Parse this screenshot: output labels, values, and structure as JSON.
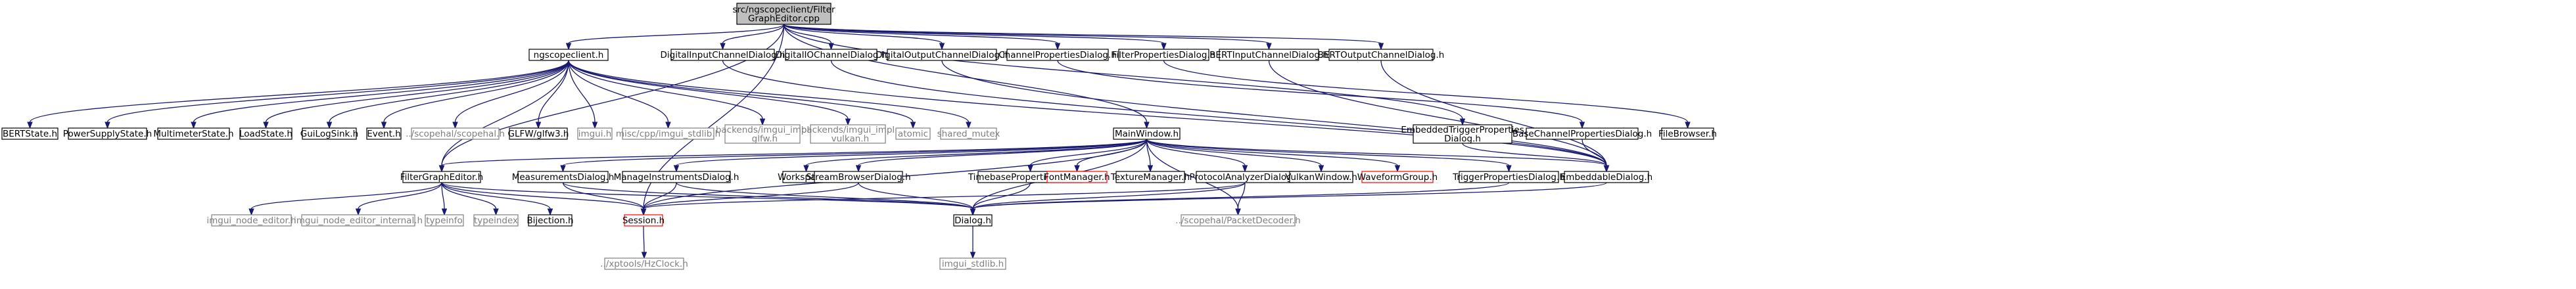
{
  "graph": {
    "colors": {
      "edge": "#191970",
      "node_border": "#000000",
      "root_fill": "#bfbfbf",
      "missing_border": "#ff0000",
      "external_text": "#7f7f7f",
      "background": "#ffffff"
    },
    "nodes": {
      "root": {
        "lines": [
          "src/ngscopeclient/Filter",
          "GraphEditor.cpp"
        ],
        "style": "root"
      },
      "ngscopeclient": {
        "lines": [
          "ngscopeclient.h"
        ],
        "style": "normal"
      },
      "DigitalInputChannelDialog": {
        "lines": [
          "DigitalInputChannelDialog.h"
        ],
        "style": "normal"
      },
      "DigitalIOChannelDialog": {
        "lines": [
          "DigitalIOChannelDialog.h"
        ],
        "style": "normal"
      },
      "DigitalOutputChannelDialog": {
        "lines": [
          "DigitalOutputChannelDialog.h"
        ],
        "style": "normal"
      },
      "ChannelPropertiesDialog": {
        "lines": [
          "ChannelPropertiesDialog.h"
        ],
        "style": "normal"
      },
      "FilterPropertiesDialog": {
        "lines": [
          "FilterPropertiesDialog.h"
        ],
        "style": "normal"
      },
      "BERTInputChannelDialog": {
        "lines": [
          "BERTInputChannelDialog.h"
        ],
        "style": "normal"
      },
      "BERTOutputChannelDialog": {
        "lines": [
          "BERTOutputChannelDialog.h"
        ],
        "style": "normal"
      },
      "BERTState": {
        "lines": [
          "BERTState.h"
        ],
        "style": "normal"
      },
      "PowerSupplyState": {
        "lines": [
          "PowerSupplyState.h"
        ],
        "style": "normal"
      },
      "MultimeterState": {
        "lines": [
          "MultimeterState.h"
        ],
        "style": "normal"
      },
      "LoadState": {
        "lines": [
          "LoadState.h"
        ],
        "style": "normal"
      },
      "GuiLogSink": {
        "lines": [
          "GuiLogSink.h"
        ],
        "style": "normal"
      },
      "Event": {
        "lines": [
          "Event.h"
        ],
        "style": "normal"
      },
      "scopehal": {
        "lines": [
          "../scopehal/scopehal.h"
        ],
        "style": "external"
      },
      "glfw3": {
        "lines": [
          "GLFW/glfw3.h"
        ],
        "style": "normal"
      },
      "imgui": {
        "lines": [
          "imgui.h"
        ],
        "style": "external"
      },
      "imgui_stdlib_misc": {
        "lines": [
          "misc/cpp/imgui_stdlib.h"
        ],
        "style": "external"
      },
      "imgui_glfw": {
        "lines": [
          "backends/imgui_impl",
          "_glfw.h"
        ],
        "style": "external"
      },
      "imgui_vulkan": {
        "lines": [
          "backends/imgui_impl",
          "_vulkan.h"
        ],
        "style": "external"
      },
      "atomic": {
        "lines": [
          "atomic"
        ],
        "style": "external"
      },
      "shared_mutex": {
        "lines": [
          "shared_mutex"
        ],
        "style": "external"
      },
      "MainWindow": {
        "lines": [
          "MainWindow.h"
        ],
        "style": "normal"
      },
      "EmbeddedTriggerPropertiesDialog": {
        "lines": [
          "EmbeddedTriggerProperties",
          "Dialog.h"
        ],
        "style": "normal"
      },
      "BaseChannelPropertiesDialog": {
        "lines": [
          "BaseChannelPropertiesDialog.h"
        ],
        "style": "normal"
      },
      "FileBrowser": {
        "lines": [
          "FileBrowser.h"
        ],
        "style": "normal"
      },
      "FilterGraphEditor": {
        "lines": [
          "FilterGraphEditor.h"
        ],
        "style": "normal"
      },
      "MeasurementsDialog": {
        "lines": [
          "MeasurementsDialog.h"
        ],
        "style": "normal"
      },
      "ManageInstrumentsDialog": {
        "lines": [
          "ManageInstrumentsDialog.h"
        ],
        "style": "normal"
      },
      "Workspace": {
        "lines": [
          "Workspace.h"
        ],
        "style": "normal"
      },
      "StreamBrowserDialog": {
        "lines": [
          "StreamBrowserDialog.h"
        ],
        "style": "normal"
      },
      "TimebasePropertiesDialog": {
        "lines": [
          "TimebasePropertiesDialog.h"
        ],
        "style": "normal"
      },
      "FontManager": {
        "lines": [
          "FontManager.h"
        ],
        "style": "missing"
      },
      "TextureManager": {
        "lines": [
          "TextureManager.h"
        ],
        "style": "normal"
      },
      "ProtocolAnalyzerDialog": {
        "lines": [
          "ProtocolAnalyzerDialog.h"
        ],
        "style": "normal"
      },
      "VulkanWindow": {
        "lines": [
          "VulkanWindow.h"
        ],
        "style": "normal"
      },
      "WaveformGroup": {
        "lines": [
          "WaveformGroup.h"
        ],
        "style": "missing"
      },
      "TriggerPropertiesDialog": {
        "lines": [
          "TriggerPropertiesDialog.h"
        ],
        "style": "normal"
      },
      "EmbeddableDialog": {
        "lines": [
          "EmbeddableDialog.h"
        ],
        "style": "normal"
      },
      "imgui_node_editor": {
        "lines": [
          "imgui_node_editor.h"
        ],
        "style": "external"
      },
      "imgui_node_editor_internal": {
        "lines": [
          "imgui_node_editor_internal.h"
        ],
        "style": "external"
      },
      "typeinfo": {
        "lines": [
          "typeinfo"
        ],
        "style": "external"
      },
      "typeindex": {
        "lines": [
          "typeindex"
        ],
        "style": "external"
      },
      "Bijection": {
        "lines": [
          "Bijection.h"
        ],
        "style": "normal"
      },
      "Session": {
        "lines": [
          "Session.h"
        ],
        "style": "missing"
      },
      "Dialog": {
        "lines": [
          "Dialog.h"
        ],
        "style": "normal"
      },
      "PacketDecoder": {
        "lines": [
          "../scopehal/PacketDecoder.h"
        ],
        "style": "external"
      },
      "HzClock": {
        "lines": [
          "../xptools/HzClock.h"
        ],
        "style": "external"
      },
      "imgui_stdlib": {
        "lines": [
          "imgui_stdlib.h"
        ],
        "style": "external"
      }
    },
    "edges": [
      [
        "root",
        "ngscopeclient"
      ],
      [
        "root",
        "DigitalInputChannelDialog"
      ],
      [
        "root",
        "DigitalIOChannelDialog"
      ],
      [
        "root",
        "DigitalOutputChannelDialog"
      ],
      [
        "root",
        "ChannelPropertiesDialog"
      ],
      [
        "root",
        "FilterPropertiesDialog"
      ],
      [
        "root",
        "BERTInputChannelDialog"
      ],
      [
        "root",
        "BERTOutputChannelDialog"
      ],
      [
        "root",
        "MainWindow"
      ],
      [
        "root",
        "EmbeddedTriggerPropertiesDialog"
      ],
      [
        "root",
        "FilterGraphEditor"
      ],
      [
        "root",
        "Session"
      ],
      [
        "ngscopeclient",
        "BERTState"
      ],
      [
        "ngscopeclient",
        "PowerSupplyState"
      ],
      [
        "ngscopeclient",
        "MultimeterState"
      ],
      [
        "ngscopeclient",
        "LoadState"
      ],
      [
        "ngscopeclient",
        "GuiLogSink"
      ],
      [
        "ngscopeclient",
        "Event"
      ],
      [
        "ngscopeclient",
        "scopehal"
      ],
      [
        "ngscopeclient",
        "glfw3"
      ],
      [
        "ngscopeclient",
        "imgui"
      ],
      [
        "ngscopeclient",
        "imgui_stdlib_misc"
      ],
      [
        "ngscopeclient",
        "imgui_glfw"
      ],
      [
        "ngscopeclient",
        "imgui_vulkan"
      ],
      [
        "ngscopeclient",
        "atomic"
      ],
      [
        "ngscopeclient",
        "shared_mutex"
      ],
      [
        "ngscopeclient",
        "FilterGraphEditor"
      ],
      [
        "DigitalInputChannelDialog",
        "EmbeddableDialog"
      ],
      [
        "DigitalIOChannelDialog",
        "EmbeddableDialog"
      ],
      [
        "DigitalOutputChannelDialog",
        "EmbeddableDialog"
      ],
      [
        "ChannelPropertiesDialog",
        "BaseChannelPropertiesDialog"
      ],
      [
        "FilterPropertiesDialog",
        "FileBrowser"
      ],
      [
        "BERTInputChannelDialog",
        "EmbeddableDialog"
      ],
      [
        "BERTOutputChannelDialog",
        "EmbeddableDialog"
      ],
      [
        "BaseChannelPropertiesDialog",
        "EmbeddableDialog"
      ],
      [
        "EmbeddedTriggerPropertiesDialog",
        "EmbeddableDialog"
      ],
      [
        "MainWindow",
        "FilterGraphEditor"
      ],
      [
        "MainWindow",
        "MeasurementsDialog"
      ],
      [
        "MainWindow",
        "ManageInstrumentsDialog"
      ],
      [
        "MainWindow",
        "Workspace"
      ],
      [
        "MainWindow",
        "StreamBrowserDialog"
      ],
      [
        "MainWindow",
        "TimebasePropertiesDialog"
      ],
      [
        "MainWindow",
        "FontManager"
      ],
      [
        "MainWindow",
        "TextureManager"
      ],
      [
        "MainWindow",
        "ProtocolAnalyzerDialog"
      ],
      [
        "MainWindow",
        "VulkanWindow"
      ],
      [
        "MainWindow",
        "WaveformGroup"
      ],
      [
        "MainWindow",
        "TriggerPropertiesDialog"
      ],
      [
        "MainWindow",
        "EmbeddableDialog"
      ],
      [
        "MainWindow",
        "Dialog"
      ],
      [
        "MainWindow",
        "Session"
      ],
      [
        "MainWindow",
        "PacketDecoder"
      ],
      [
        "FilterGraphEditor",
        "imgui_node_editor"
      ],
      [
        "FilterGraphEditor",
        "imgui_node_editor_internal"
      ],
      [
        "FilterGraphEditor",
        "typeinfo"
      ],
      [
        "FilterGraphEditor",
        "typeindex"
      ],
      [
        "FilterGraphEditor",
        "Bijection"
      ],
      [
        "FilterGraphEditor",
        "Session"
      ],
      [
        "FilterGraphEditor",
        "Dialog"
      ],
      [
        "MeasurementsDialog",
        "Session"
      ],
      [
        "MeasurementsDialog",
        "Dialog"
      ],
      [
        "ManageInstrumentsDialog",
        "Session"
      ],
      [
        "ManageInstrumentsDialog",
        "Dialog"
      ],
      [
        "StreamBrowserDialog",
        "Session"
      ],
      [
        "StreamBrowserDialog",
        "Dialog"
      ],
      [
        "TimebasePropertiesDialog",
        "Dialog"
      ],
      [
        "ProtocolAnalyzerDialog",
        "Session"
      ],
      [
        "ProtocolAnalyzerDialog",
        "Dialog"
      ],
      [
        "ProtocolAnalyzerDialog",
        "PacketDecoder"
      ],
      [
        "TriggerPropertiesDialog",
        "Dialog"
      ],
      [
        "EmbeddableDialog",
        "Dialog"
      ],
      [
        "Session",
        "HzClock"
      ],
      [
        "Dialog",
        "imgui_stdlib"
      ]
    ]
  }
}
